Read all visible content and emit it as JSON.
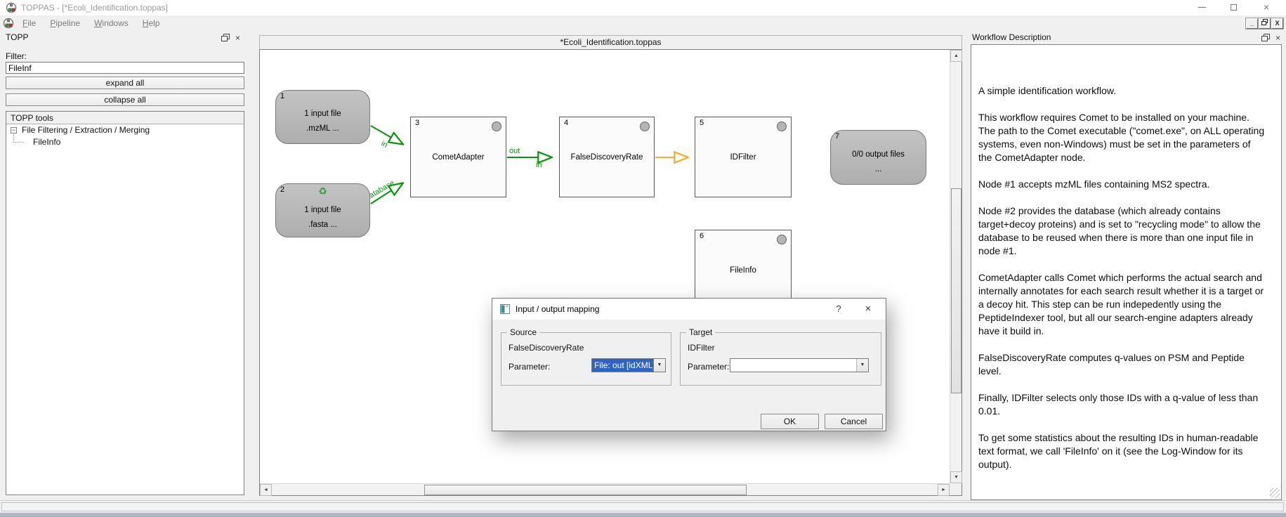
{
  "window": {
    "title": "TOPPAS - [*Ecoli_Identification.toppas]"
  },
  "icons": {
    "close": "×",
    "help": "?",
    "recycle": "♻",
    "arrow_up": "▲",
    "arrow_down": "▼",
    "arrow_left": "◄",
    "arrow_right": "►",
    "combo_arrow": "▼",
    "tree_collapse": "−",
    "mdi_minimize": "_",
    "mdi_close": "X"
  },
  "colors": {
    "edge_green": "#089408",
    "edge_orange": "#ffa928",
    "selection_blue": "#2e63c4",
    "node_gray": "#b9b9b9"
  },
  "menu": {
    "items": [
      {
        "label": "File"
      },
      {
        "label": "Pipeline"
      },
      {
        "label": "Windows"
      },
      {
        "label": "Help"
      }
    ]
  },
  "left_panel": {
    "title": "TOPP",
    "filter_label": "Filter:",
    "filter_value": "FileInf",
    "expand_all_label": "expand all",
    "collapse_all_label": "collapse all",
    "tools_header": "TOPP tools",
    "tree_parent": "File Filtering / Extraction / Merging",
    "tree_child": "FileInfo"
  },
  "canvas": {
    "tab_title": "*Ecoli_Identification.toppas",
    "nodes": {
      "n1": {
        "number": "1",
        "line1": "1 input file",
        "line2": ".mzML ..."
      },
      "n2": {
        "number": "2",
        "line1": "1 input file",
        "line2": ".fasta ..."
      },
      "n3": {
        "number": "3",
        "label": "CometAdapter"
      },
      "n4": {
        "number": "4",
        "label": "FalseDiscoveryRate"
      },
      "n5": {
        "number": "5",
        "label": "IDFilter"
      },
      "n6": {
        "number": "6",
        "label": "FileInfo"
      },
      "n7": {
        "number": "7",
        "line1": "0/0 output files",
        "line2": "..."
      }
    },
    "edge_labels": {
      "in1": "in",
      "database": "database",
      "out": "out",
      "in2": "in"
    }
  },
  "dialog": {
    "title": "Input / output mapping",
    "source": {
      "legend": "Source",
      "name": "FalseDiscoveryRate",
      "param_label": "Parameter:",
      "param_value": "File: out [idXML]"
    },
    "target": {
      "legend": "Target",
      "name": "IDFilter",
      "param_label": "Parameter:",
      "param_value": ""
    },
    "ok_label": "OK",
    "cancel_label": "Cancel"
  },
  "right_panel": {
    "title": "Workflow Description",
    "paragraphs": [
      "A simple identification workflow.",
      "This workflow requires Comet to be installed on your machine. The path to the Comet executable (\"comet.exe\", on ALL operating systems, even non-Windows) must be set in the parameters of the CometAdapter node.",
      "Node #1 accepts mzML files containing MS2 spectra.",
      "Node #2 provides the database (which already contains target+decoy proteins) and is set to \"recycling mode\" to allow the database to be reused when there is more than one input file in node #1.",
      "CometAdapter calls Comet which performs the actual search and internally annotates for each search result whether it is a target or a decoy hit. This step can be run indepedently using the PeptideIndexer tool, but all our search-engine adapters already have it build in.",
      "FalseDiscoveryRate computes q-values on PSM and Peptide level.",
      "Finally, IDFilter selects only those IDs with a q-value of less than 0.01.",
      "To get some statistics about the resulting IDs in human-readable text format, we call 'FileInfo' on it (see the Log-Window for its output)."
    ]
  }
}
